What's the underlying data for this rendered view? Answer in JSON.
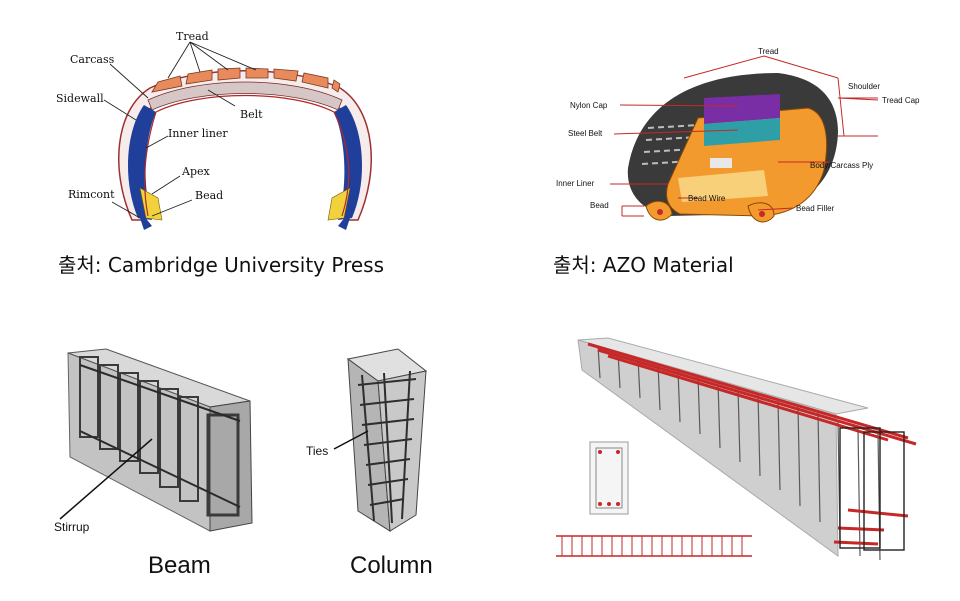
{
  "tire_cross_section": {
    "labels": {
      "tread": "Tread",
      "carcass": "Carcass",
      "sidewall": "Sidewall",
      "belt": "Belt",
      "inner_liner": "Inner liner",
      "apex": "Apex",
      "rimcont": "Rimcont",
      "bead": "Bead"
    },
    "source": "출처: Cambridge University Press"
  },
  "tire_cutaway": {
    "labels": {
      "tread": "Tread",
      "shoulder": "Shoulder",
      "tread_cap": "Tread Cap",
      "nylon_cap": "Nylon Cap",
      "steel_belt": "Steel Belt",
      "body_carcass_ply": "Body/Carcass Ply",
      "inner_liner": "Inner Liner",
      "bead": "Bead",
      "bead_wire": "Bead Wire",
      "bead_filler": "Bead Filler"
    },
    "source": "출처: AZO Material"
  },
  "rebar_examples": {
    "stirrup": "Stirrup",
    "ties": "Ties",
    "beam": "Beam",
    "column": "Column"
  },
  "colors": {
    "tread_orange": "#e88a5c",
    "carcass_blue": "#1f3f9a",
    "apex_yellow": "#f2d23c",
    "cutaway_orange": "#f29a2e",
    "nylon_purple": "#7a2ea5",
    "belt_teal": "#2f9fa7",
    "rebar_red": "#c62828",
    "concrete_gray": "#b9b9b9"
  }
}
